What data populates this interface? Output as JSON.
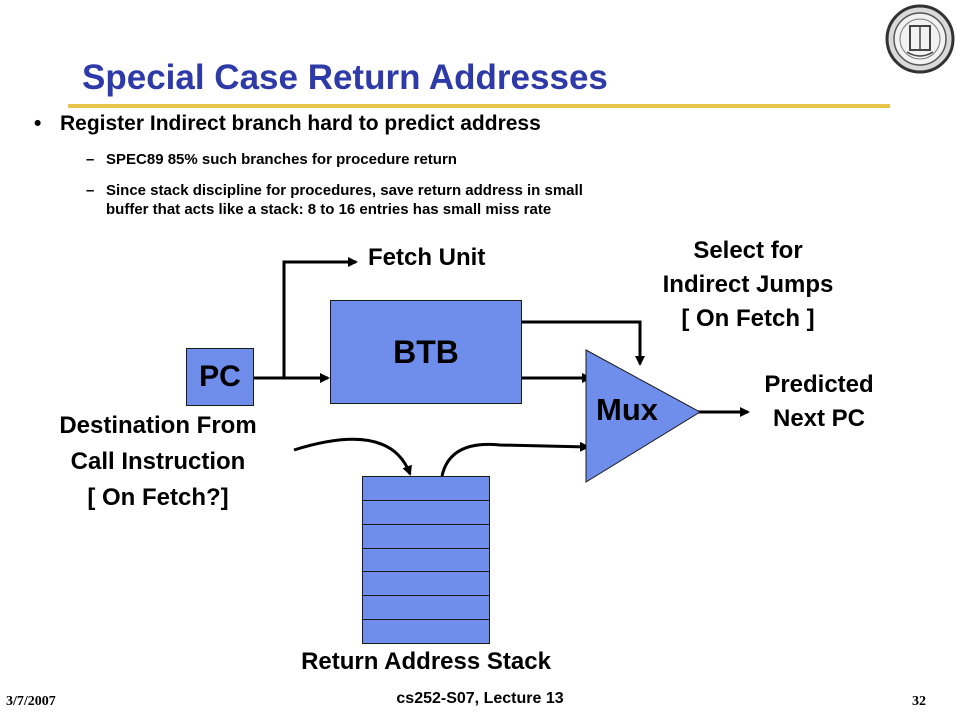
{
  "slide": {
    "title": "Special Case Return Addresses",
    "bullets": [
      {
        "text": "Register Indirect branch hard to predict address",
        "sub": [
          "SPEC89 85% such branches for procedure return",
          "Since stack discipline for procedures, save return address in small",
          "buffer that acts like a stack: 8 to 16 entries has small miss rate"
        ]
      }
    ],
    "bullet_symbol": "•",
    "dash_symbol": "–"
  },
  "diagram": {
    "pc_label": "PC",
    "btb_label": "BTB",
    "mux_label": "Mux",
    "fetch_unit_label": "Fetch Unit",
    "select_label": [
      "Select for",
      "Indirect Jumps",
      "[ On Fetch ]"
    ],
    "predicted_label": [
      "Predicted",
      "Next PC"
    ],
    "destination_label": [
      "Destination From",
      "Call Instruction",
      "[ On Fetch?]"
    ],
    "stack_label": "Return Address Stack",
    "stack_entries": 7,
    "box_color": "#6F8EEC"
  },
  "footer": {
    "date": "3/7/2007",
    "course": "cs252-S07, Lecture 13",
    "page": "32"
  },
  "colors": {
    "title": "#2E3AA8",
    "rule": "#E9C44A"
  }
}
